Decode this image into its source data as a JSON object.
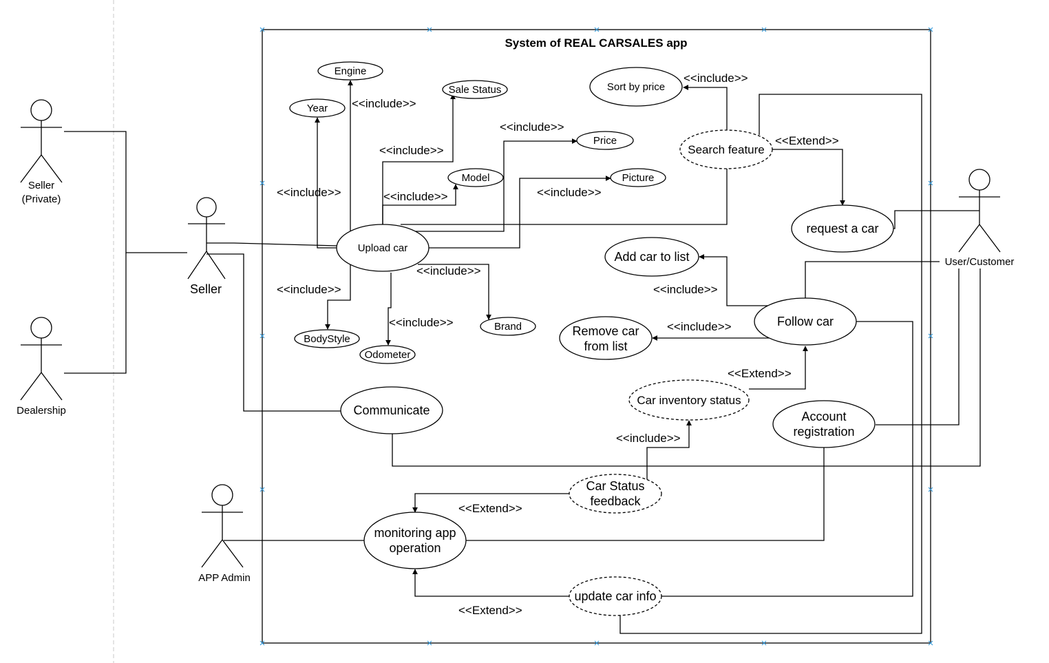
{
  "system": {
    "title": "System of REAL CARSALES app"
  },
  "actors": {
    "seller_private": "Seller\n(Private)",
    "dealership": "Dealership",
    "seller": "Seller",
    "app_admin": "APP Admin",
    "user_customer": "User/Customer"
  },
  "use_cases": {
    "engine": "Engine",
    "year": "Year",
    "sale_status": "Sale Status",
    "price": "Price",
    "model": "Model",
    "picture": "Picture",
    "upload_car": "Upload car",
    "body_style": "BodyStyle",
    "odometer": "Odometer",
    "brand": "Brand",
    "communicate": "Communicate",
    "sort_by_price": "Sort by price",
    "search_feature": "Search feature",
    "request_a_car": "request a car",
    "add_car_to_list": "Add car to list",
    "follow_car": "Follow car",
    "remove_car_from_list": "Remove car\nfrom list",
    "car_inventory_status": "Car inventory status",
    "account_registration": "Account\nregistration",
    "car_status_feedback": "Car Status\nfeedback",
    "monitoring_app_operation": "monitoring app\noperation",
    "update_car_info": "update car info"
  },
  "relation_labels": {
    "include": "<<include>>",
    "extend": "<<Extend>>"
  },
  "colors": {
    "selection_handle": "#3a9bd9",
    "page_divider": "#c8c8c8"
  }
}
